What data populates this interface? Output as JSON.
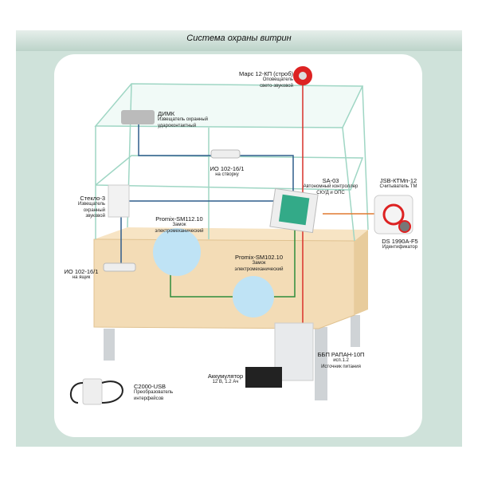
{
  "title": "Система охраны витрин",
  "colors": {
    "panel": "#cfe2da",
    "wire_red": "#d9302a",
    "wire_blue": "#2e5d8c",
    "wire_green": "#2e8b3a",
    "wire_orange": "#e07a30",
    "wood": "#f3dcb6"
  },
  "devices": {
    "mars": {
      "name": "Марс 12-КП (строб)",
      "desc1": "Оповещатель",
      "desc2": "свето-звуковой"
    },
    "dimk": {
      "name": "ДИМК",
      "desc1": "Извещатель охранный",
      "desc2": "удароконтактный"
    },
    "io_door": {
      "name": "ИО 102-16/1",
      "desc1": "на створку"
    },
    "sa03": {
      "name": "SA-03",
      "desc1": "Автономный контроллер",
      "desc2": "СКУД и ОПС"
    },
    "jsb": {
      "name": "JSB-КТМп-12",
      "desc1": "Считыватель ТМ"
    },
    "ds": {
      "name": "DS 1990A-F5",
      "desc1": "Идентификатор"
    },
    "steklo": {
      "name": "Стекло-3",
      "desc1": "Извещатель",
      "desc2": "охранный",
      "desc3": "звуковой"
    },
    "sm112": {
      "name": "Promix-SM112.10",
      "desc1": "Замок",
      "desc2": "электромеханический"
    },
    "sm102": {
      "name": "Promix-SM102.10",
      "desc1": "Замок",
      "desc2": "электромеханический"
    },
    "io_box": {
      "name": "ИО 102-16/1",
      "desc1": "на ящик"
    },
    "bbp": {
      "name": "ББП РАПАН-10П",
      "desc1": "исп.1.2",
      "desc2": "Источник питания"
    },
    "akb": {
      "name": "Аккумулятор",
      "desc1": "12 В, 1.2 Ач"
    },
    "usb": {
      "name": "С2000-USB",
      "desc1": "Преобразователь",
      "desc2": "интерфейсов"
    }
  }
}
